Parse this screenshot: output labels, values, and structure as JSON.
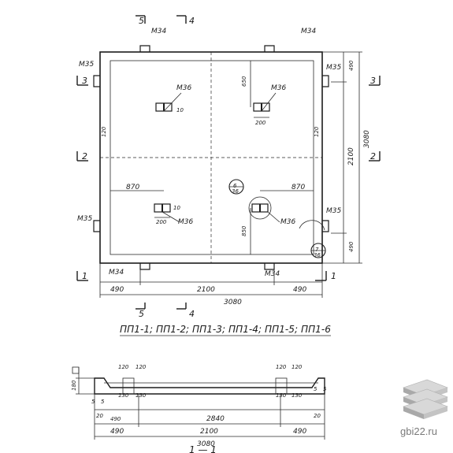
{
  "plan": {
    "sections": {
      "s5": "5",
      "s4": "4",
      "s3": "3",
      "s2": "2",
      "s1": "1"
    },
    "marks": {
      "m34": "М34",
      "m35": "М35",
      "m36": "М36"
    },
    "dims": {
      "w490": "490",
      "w2100": "2100",
      "w3080": "3080",
      "d650": "650",
      "d850": "850",
      "d870": "870",
      "d200": "200",
      "d120": "120",
      "d10": "10"
    },
    "callouts": {
      "c1": "6",
      "c1sub": "36",
      "c2": "7",
      "c2sub": "36"
    },
    "series": "ПП1-1; ПП1-2; ПП1-3; ПП1-4; ПП1-5; ПП1-6"
  },
  "section": {
    "dims": {
      "d120": "120",
      "d130": "130",
      "d180": "180",
      "d5": "5",
      "d20": "20",
      "d490": "490",
      "d2100": "2100",
      "d2840": "2840",
      "d3080": "3080"
    },
    "title": "1 — 1"
  },
  "watermark": {
    "site": "gbi22.ru"
  }
}
